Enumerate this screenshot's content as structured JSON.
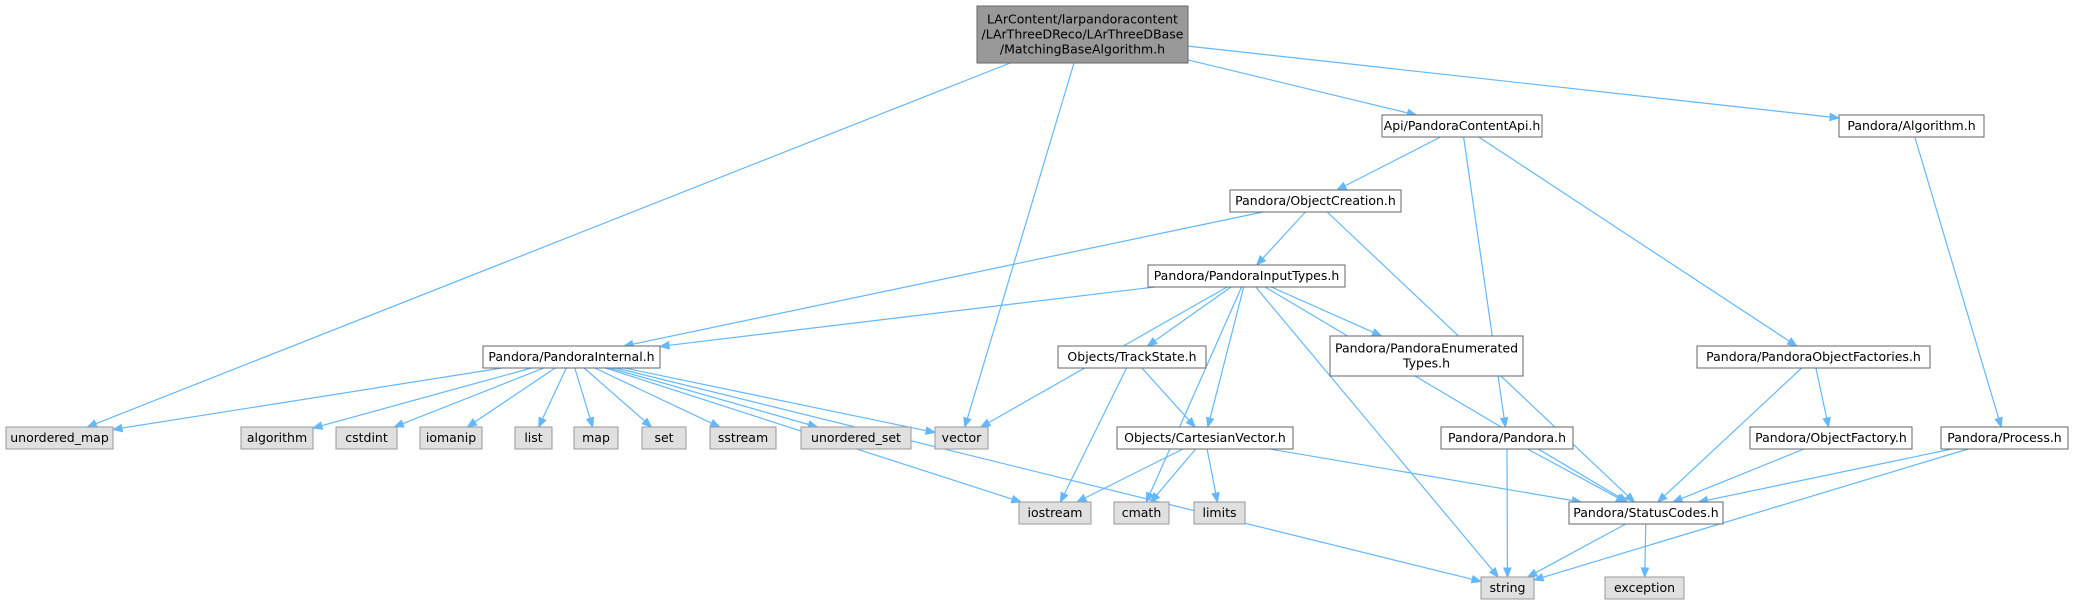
{
  "colors": {
    "root_fill": "#999999",
    "root_stroke": "#666666",
    "header_fill": "#ffffff",
    "header_stroke": "#666666",
    "system_fill": "#e0e0e0",
    "system_stroke": "#999999",
    "edge": "#63b8ff",
    "text": "#000000"
  },
  "nodes": [
    {
      "id": "root",
      "kind": "root",
      "lines": [
        "LArContent/larpandoracontent",
        "/LArThreeDReco/LArThreeDBase",
        "/MatchingBaseAlgorithm.h"
      ]
    },
    {
      "id": "unordered_map",
      "kind": "system",
      "lines": [
        "unordered_map"
      ]
    },
    {
      "id": "vector",
      "kind": "system",
      "lines": [
        "vector"
      ]
    },
    {
      "id": "api_pandora_content_api",
      "kind": "header",
      "lines": [
        "Api/PandoraContentApi.h"
      ]
    },
    {
      "id": "pandora_algorithm",
      "kind": "header",
      "lines": [
        "Pandora/Algorithm.h"
      ]
    },
    {
      "id": "pandora_object_creation",
      "kind": "header",
      "lines": [
        "Pandora/ObjectCreation.h"
      ]
    },
    {
      "id": "pandora_pandora",
      "kind": "header",
      "lines": [
        "Pandora/Pandora.h"
      ]
    },
    {
      "id": "pandora_object_factories",
      "kind": "header",
      "lines": [
        "Pandora/PandoraObjectFactories.h"
      ]
    },
    {
      "id": "pandora_input_types",
      "kind": "header",
      "lines": [
        "Pandora/PandoraInputTypes.h"
      ]
    },
    {
      "id": "pandora_internal",
      "kind": "header",
      "lines": [
        "Pandora/PandoraInternal.h"
      ]
    },
    {
      "id": "pandora_status_codes",
      "kind": "header",
      "lines": [
        "Pandora/StatusCodes.h"
      ]
    },
    {
      "id": "objects_track_state",
      "kind": "header",
      "lines": [
        "Objects/TrackState.h"
      ]
    },
    {
      "id": "objects_cartesian_vector",
      "kind": "header",
      "lines": [
        "Objects/CartesianVector.h"
      ]
    },
    {
      "id": "pandora_enumerated_types",
      "kind": "header",
      "lines": [
        "Pandora/PandoraEnumerated",
        "Types.h"
      ]
    },
    {
      "id": "cmath",
      "kind": "system",
      "lines": [
        "cmath"
      ]
    },
    {
      "id": "string",
      "kind": "system",
      "lines": [
        "string"
      ]
    },
    {
      "id": "algorithm",
      "kind": "system",
      "lines": [
        "algorithm"
      ]
    },
    {
      "id": "cstdint",
      "kind": "system",
      "lines": [
        "cstdint"
      ]
    },
    {
      "id": "iomanip",
      "kind": "system",
      "lines": [
        "iomanip"
      ]
    },
    {
      "id": "list",
      "kind": "system",
      "lines": [
        "list"
      ]
    },
    {
      "id": "map",
      "kind": "system",
      "lines": [
        "map"
      ]
    },
    {
      "id": "set",
      "kind": "system",
      "lines": [
        "set"
      ]
    },
    {
      "id": "sstream",
      "kind": "system",
      "lines": [
        "sstream"
      ]
    },
    {
      "id": "unordered_set",
      "kind": "system",
      "lines": [
        "unordered_set"
      ]
    },
    {
      "id": "iostream",
      "kind": "system",
      "lines": [
        "iostream"
      ]
    },
    {
      "id": "exception",
      "kind": "system",
      "lines": [
        "exception"
      ]
    },
    {
      "id": "limits",
      "kind": "system",
      "lines": [
        "limits"
      ]
    },
    {
      "id": "pandora_object_factory",
      "kind": "header",
      "lines": [
        "Pandora/ObjectFactory.h"
      ]
    },
    {
      "id": "pandora_process",
      "kind": "header",
      "lines": [
        "Pandora/Process.h"
      ]
    }
  ],
  "edges": [
    {
      "from": "root",
      "to": "unordered_map"
    },
    {
      "from": "root",
      "to": "vector"
    },
    {
      "from": "root",
      "to": "api_pandora_content_api"
    },
    {
      "from": "root",
      "to": "pandora_algorithm"
    },
    {
      "from": "api_pandora_content_api",
      "to": "pandora_object_creation"
    },
    {
      "from": "api_pandora_content_api",
      "to": "pandora_pandora"
    },
    {
      "from": "api_pandora_content_api",
      "to": "pandora_object_factories"
    },
    {
      "from": "pandora_object_creation",
      "to": "pandora_input_types"
    },
    {
      "from": "pandora_object_creation",
      "to": "pandora_internal"
    },
    {
      "from": "pandora_object_creation",
      "to": "pandora_status_codes"
    },
    {
      "from": "pandora_input_types",
      "to": "pandora_internal"
    },
    {
      "from": "pandora_input_types",
      "to": "objects_track_state"
    },
    {
      "from": "pandora_input_types",
      "to": "objects_cartesian_vector"
    },
    {
      "from": "pandora_input_types",
      "to": "pandora_enumerated_types"
    },
    {
      "from": "pandora_input_types",
      "to": "pandora_status_codes"
    },
    {
      "from": "pandora_input_types",
      "to": "vector"
    },
    {
      "from": "pandora_input_types",
      "to": "cmath"
    },
    {
      "from": "pandora_input_types",
      "to": "string"
    },
    {
      "from": "pandora_internal",
      "to": "unordered_map"
    },
    {
      "from": "pandora_internal",
      "to": "algorithm"
    },
    {
      "from": "pandora_internal",
      "to": "cstdint"
    },
    {
      "from": "pandora_internal",
      "to": "iomanip"
    },
    {
      "from": "pandora_internal",
      "to": "list"
    },
    {
      "from": "pandora_internal",
      "to": "map"
    },
    {
      "from": "pandora_internal",
      "to": "set"
    },
    {
      "from": "pandora_internal",
      "to": "sstream"
    },
    {
      "from": "pandora_internal",
      "to": "unordered_set"
    },
    {
      "from": "pandora_internal",
      "to": "vector"
    },
    {
      "from": "pandora_internal",
      "to": "iostream"
    },
    {
      "from": "pandora_internal",
      "to": "string"
    },
    {
      "from": "objects_track_state",
      "to": "objects_cartesian_vector"
    },
    {
      "from": "objects_track_state",
      "to": "iostream"
    },
    {
      "from": "objects_cartesian_vector",
      "to": "iostream"
    },
    {
      "from": "objects_cartesian_vector",
      "to": "cmath"
    },
    {
      "from": "objects_cartesian_vector",
      "to": "limits"
    },
    {
      "from": "objects_cartesian_vector",
      "to": "pandora_status_codes"
    },
    {
      "from": "pandora_pandora",
      "to": "pandora_status_codes"
    },
    {
      "from": "pandora_pandora",
      "to": "string"
    },
    {
      "from": "pandora_object_factories",
      "to": "pandora_status_codes"
    },
    {
      "from": "pandora_object_factories",
      "to": "pandora_object_factory"
    },
    {
      "from": "pandora_object_factory",
      "to": "pandora_status_codes"
    },
    {
      "from": "pandora_status_codes",
      "to": "string"
    },
    {
      "from": "pandora_status_codes",
      "to": "exception"
    },
    {
      "from": "pandora_algorithm",
      "to": "pandora_process"
    },
    {
      "from": "pandora_process",
      "to": "pandora_status_codes"
    },
    {
      "from": "pandora_process",
      "to": "string"
    }
  ]
}
